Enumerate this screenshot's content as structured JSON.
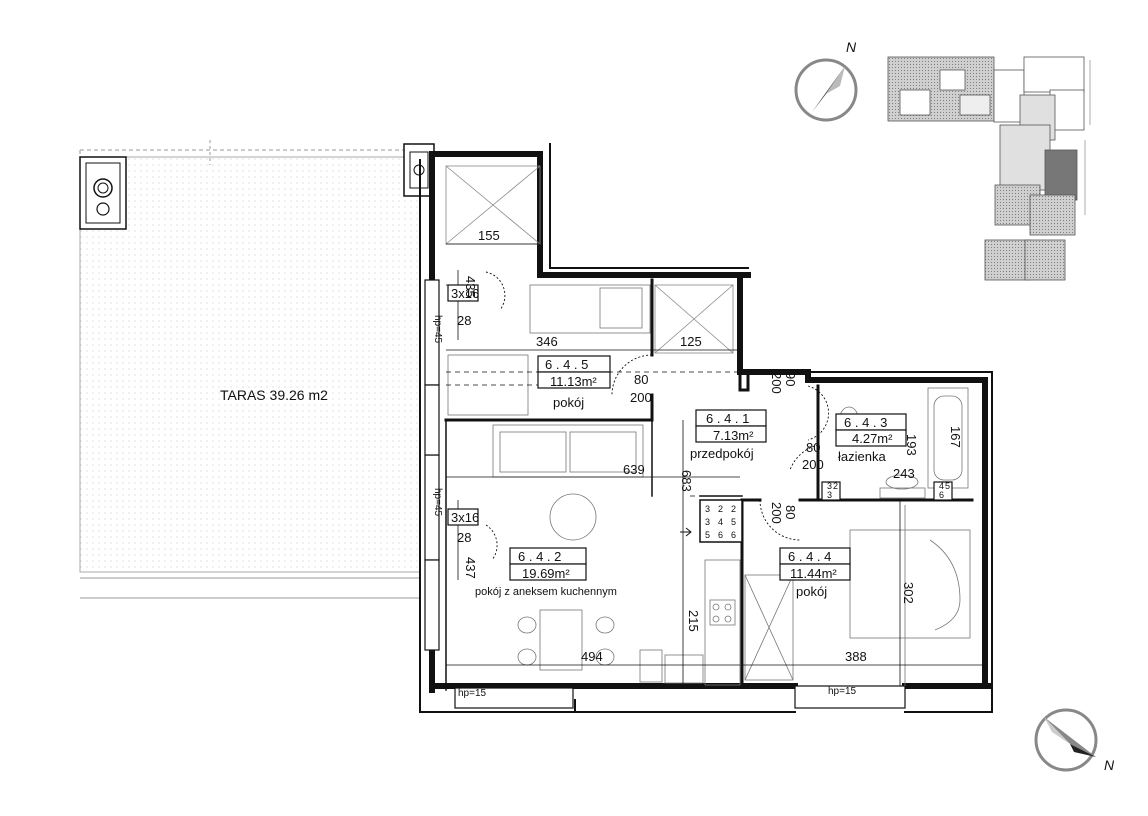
{
  "terrace": {
    "label": "TARAS 39.26 m2"
  },
  "rooms": [
    {
      "id": "6 . 4 . 5",
      "area": "11.13m²",
      "name": "pokój"
    },
    {
      "id": "6 . 4 . 1",
      "area": "7.13m²",
      "name": "przedpokój"
    },
    {
      "id": "6 . 4 . 3",
      "area": "4.27m²",
      "name": "łazienka"
    },
    {
      "id": "6 . 4 . 2",
      "area": "19.69m²",
      "name": "pokój z aneksem kuchennym"
    },
    {
      "id": "6 . 4 . 4",
      "area": "11.44m²",
      "name": "pokój"
    }
  ],
  "dimensions": {
    "d155": "155",
    "d346": "346",
    "d125": "125",
    "d639": "639",
    "d683": "683",
    "d494": "494",
    "d215": "215",
    "d388": "388",
    "d302": "302",
    "d193": "193",
    "d167": "167",
    "d243": "243",
    "d435": "435",
    "d437": "437"
  },
  "windows": {
    "w1_size": "3x16",
    "w1_sill": "28",
    "w2_size": "3x16",
    "w2_sill": "28",
    "hp45_a": "hp=45",
    "hp45_b": "hp=45",
    "hp15_a": "hp=15",
    "hp15_b": "hp=15"
  },
  "doors": {
    "d1_w": "80",
    "d1_h": "200",
    "d2_w": "90",
    "d2_h": "200",
    "d3_w": "80",
    "d3_h": "200",
    "d4_w": "80",
    "d4_h": "200"
  },
  "ducts": {
    "kitchen": [
      [
        "3",
        "2",
        "2"
      ],
      [
        "3",
        "4",
        "5"
      ],
      [
        "5",
        "6",
        "6"
      ]
    ],
    "bath_a": [
      "3",
      "2",
      "3"
    ],
    "bath_b": [
      "4",
      "5",
      "6"
    ]
  },
  "compass": {
    "north": "N"
  },
  "colors": {
    "wall": "#111111",
    "terrace_dot": "#b8b8b8",
    "keyplan_highlight": "#777777",
    "compass": "#555555"
  }
}
